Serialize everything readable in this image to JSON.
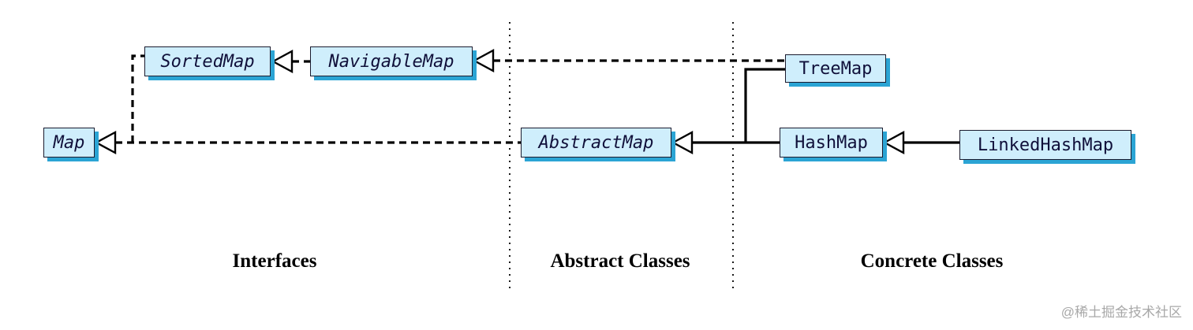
{
  "diagram": {
    "nodes": {
      "map": {
        "label": "Map"
      },
      "sortedmap": {
        "label": "SortedMap"
      },
      "navigablemap": {
        "label": "NavigableMap"
      },
      "abstractmap": {
        "label": "AbstractMap"
      },
      "treemap": {
        "label": "TreeMap"
      },
      "hashmap": {
        "label": "HashMap"
      },
      "linkedhashmap": {
        "label": "LinkedHashMap"
      }
    },
    "sections": {
      "interfaces": "Interfaces",
      "abstract": "Abstract Classes",
      "concrete": "Concrete Classes"
    },
    "watermark": "@稀土掘金技术社区",
    "colors": {
      "box_fill": "#cfeefc",
      "box_shadow": "#2ba4d4",
      "line": "#000000"
    }
  }
}
